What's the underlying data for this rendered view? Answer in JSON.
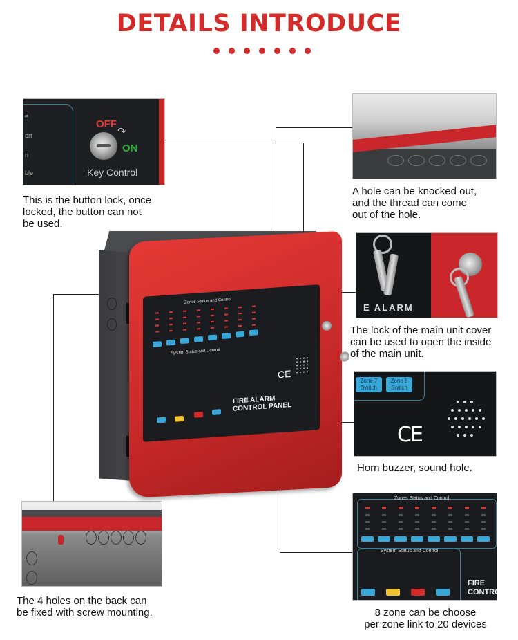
{
  "header": {
    "title": "DETAILS INTRODUCE"
  },
  "callouts": {
    "key_control": {
      "off": "OFF",
      "on": "ON",
      "label": "Key Control",
      "caption": [
        "This is the button lock, once",
        "locked, the button can not",
        "be used."
      ]
    },
    "knockout": {
      "caption": [
        "A hole can be knocked out,",
        "and the thread can come",
        "out of the hole."
      ]
    },
    "cover_lock": {
      "caption": [
        "The lock of the main unit cover",
        "can be used to open the inside",
        "of the main unit."
      ]
    },
    "horn": {
      "ce": "CE",
      "btn1": "Zone 7 Switch",
      "btn2": "Zone 8 Switch",
      "caption": [
        "Horn buzzer, sound hole."
      ]
    },
    "back_holes": {
      "caption": [
        "The 4 holes on the back can",
        "be fixed with screw mounting."
      ]
    },
    "zones": {
      "zones_title": "Zones Status and Control",
      "system_title": "System Status and Control",
      "panel_name": [
        "FIRE",
        "CONTRO"
      ],
      "caption": [
        "8 zone can be choose",
        "per zone link to 20 devices"
      ]
    }
  },
  "main_unit": {
    "zones_title": "Zones Status and Control",
    "system_title": "System Status and Control",
    "panel_name": [
      "FIRE ALARM",
      "CONTROL PANEL"
    ],
    "ce": "CE"
  }
}
